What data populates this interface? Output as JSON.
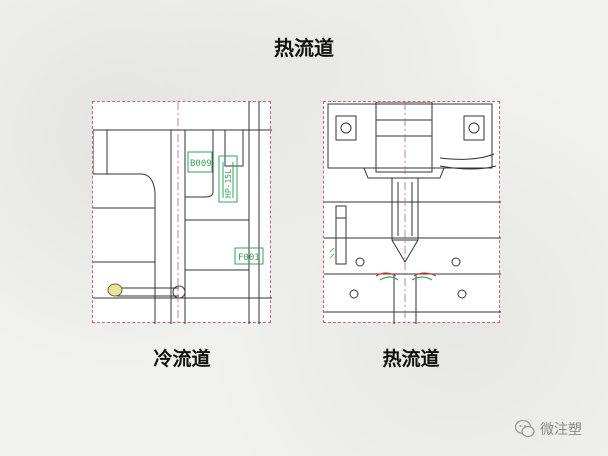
{
  "title": "热流道",
  "left_panel": {
    "caption": "冷流道",
    "labels": [
      "B009",
      "HP-15L",
      "F001"
    ]
  },
  "right_panel": {
    "caption": "热流道"
  },
  "watermark": {
    "icon": "wechat-icon",
    "text": "微注塑"
  },
  "colors": {
    "panel_border": "#c0607a",
    "label_green": "#3aa05a",
    "line": "#333333"
  }
}
